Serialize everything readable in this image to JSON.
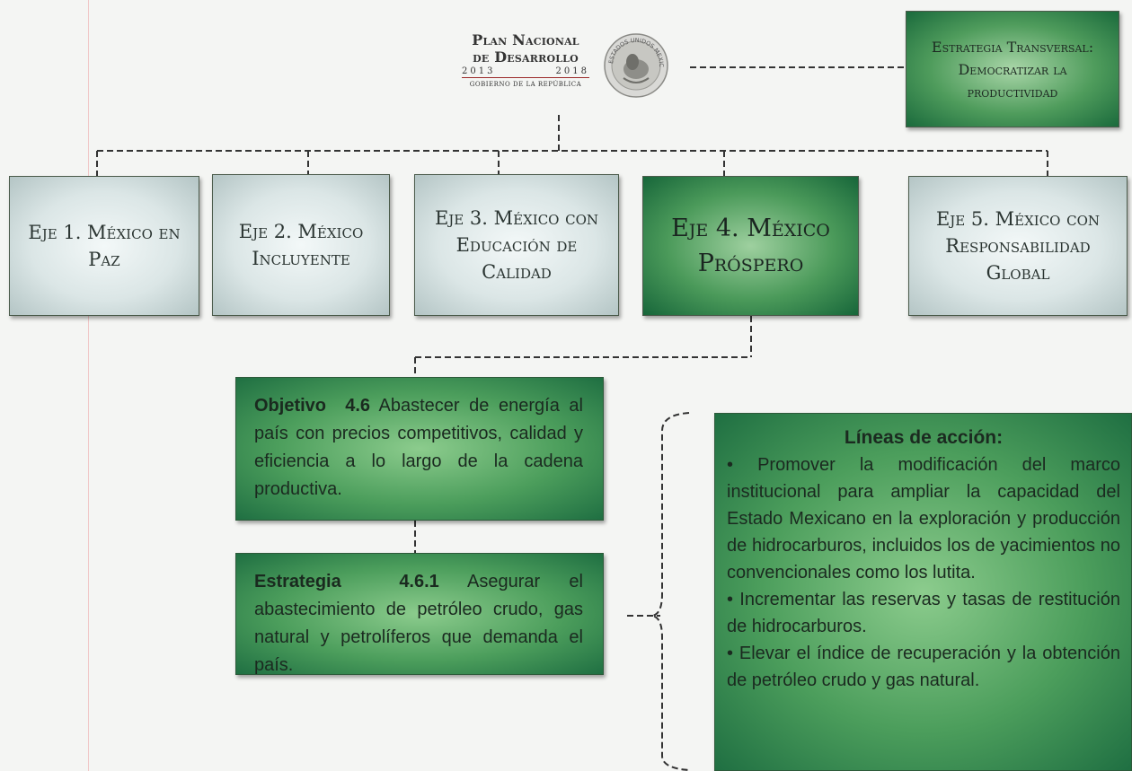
{
  "logo": {
    "line1": "Plan Nacional",
    "line2": "de Desarrollo",
    "year_start": "2013",
    "year_end": "2018",
    "government": "GOBIERNO DE LA REPÚBLICA",
    "seal_text": "ESTADOS UNIDOS MEXICANOS"
  },
  "transversal": {
    "label": "Estrategia Transversal: Democratizar la productividad"
  },
  "ejes": [
    {
      "label": "Eje 1. México en Paz"
    },
    {
      "label": "Eje 2. México Incluyente"
    },
    {
      "label": "Eje 3. México con Educación de Calidad"
    },
    {
      "label": "Eje 4. México Próspero"
    },
    {
      "label": "Eje 5. México con Responsabilidad Global"
    }
  ],
  "objetivo": {
    "label": "Objetivo",
    "number": "4.6",
    "text": "Abastecer de energía al país con precios competitivos, calidad y eficiencia a lo largo de la cadena productiva."
  },
  "estrategia": {
    "label": "Estrategia",
    "number": "4.6.1",
    "text": "Asegurar el abastecimiento de petróleo crudo, gas natural y petrolíferos que demanda el país."
  },
  "lineas_accion": {
    "title": "Líneas de acción:",
    "items": [
      "• Promover la modificación del marco institucional para ampliar la capacidad del Estado Mexicano en la exploración y producción de hidrocarburos, incluidos los de yacimientos no convencionales como los lutita.",
      "• Incrementar las reservas y tasas de restitución de hidrocarburos.",
      "• Elevar el índice de recuperación y la obtención de petróleo crudo y gas natural."
    ]
  },
  "colors": {
    "accent_green": "#3f8f55",
    "dark_green": "#1f6f42",
    "light_box": "#dbe6e6",
    "connector": "#333333"
  }
}
